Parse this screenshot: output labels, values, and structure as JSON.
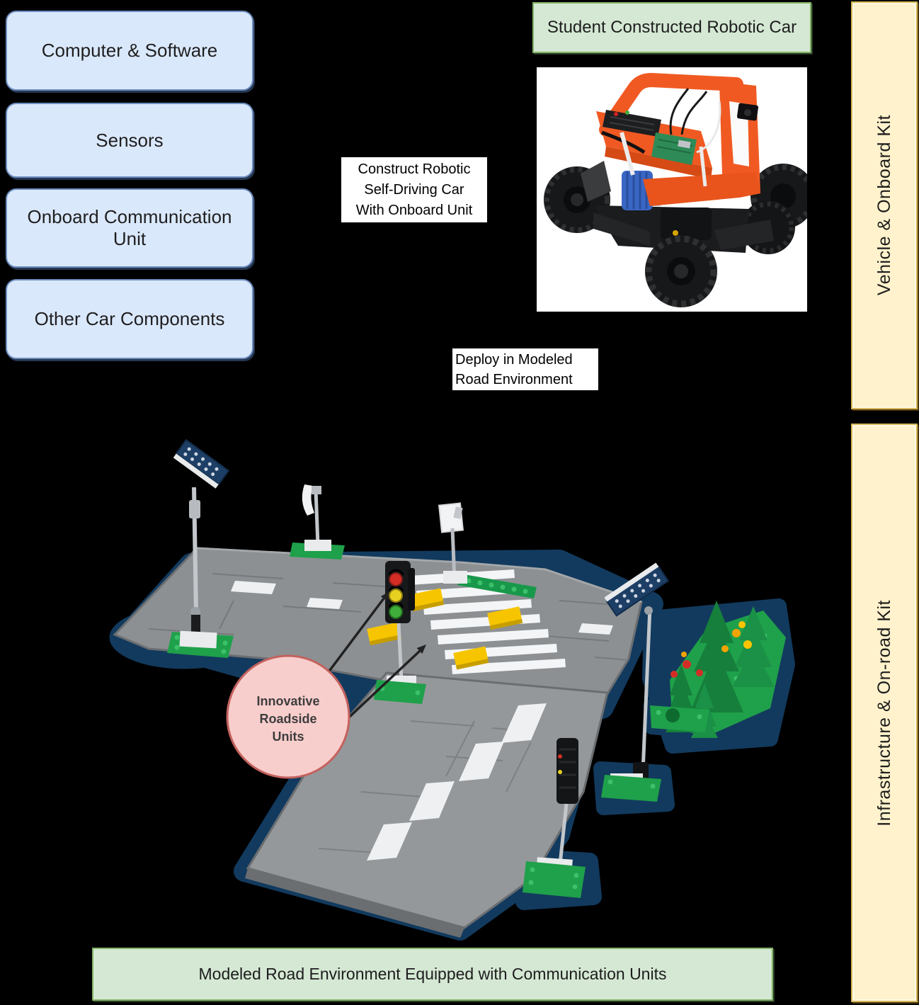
{
  "diagram": {
    "component_boxes": [
      {
        "label": "Computer & Software"
      },
      {
        "label": "Sensors"
      },
      {
        "label": "Onboard Communication Unit"
      },
      {
        "label": "Other Car Components"
      }
    ],
    "car_caption": "Student Constructed Robotic Car",
    "construct_label": {
      "line1": "Construct Robotic",
      "line2": "Self-Driving Car",
      "line3": "With Onboard Unit"
    },
    "deploy_label": {
      "line1": "Deploy in Modeled",
      "line2": "Road Environment"
    },
    "side_bars": {
      "top": "Vehicle & Onboard Kit",
      "bottom": "Infrastructure & On-road Kit"
    },
    "road_callout": {
      "line1": "Innovative",
      "line2": "Roadside",
      "line3": "Units"
    },
    "bottom_banner": "Modeled Road Environment Equipped with Communication Units",
    "colors": {
      "background": "#000000",
      "component_box_fill": "#dae8fc",
      "component_box_border": "#6c8ebf",
      "green_fill": "#d5e8d4",
      "green_border": "#82b366",
      "kit_bar_fill": "#fff2cc",
      "kit_bar_border": "#d6b656",
      "callout_fill": "#f8cecc",
      "callout_border": "#b85450"
    }
  }
}
